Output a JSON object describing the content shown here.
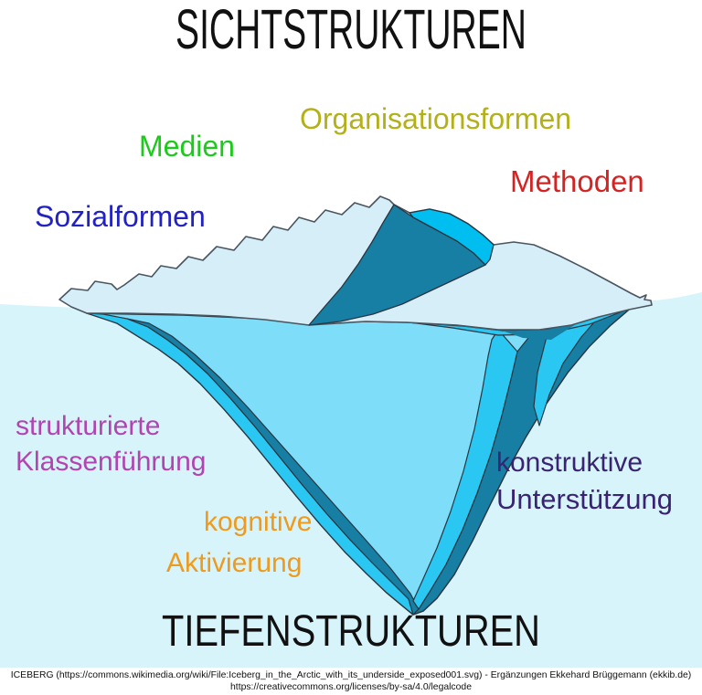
{
  "title": "SICHTSTRUKTUREN",
  "bottom_title": "TIEFENSTRUKTUREN",
  "surface_labels": [
    {
      "id": "sozialformen",
      "text": "Sozialformen",
      "color": "#2222C2"
    },
    {
      "id": "medien",
      "text": "Medien",
      "color": "#1CCA1C"
    },
    {
      "id": "organisationsformen",
      "text": "Organisationsformen",
      "color": "#B3B019"
    },
    {
      "id": "methoden",
      "text": "Methoden",
      "color": "#D32423"
    }
  ],
  "deep_labels": [
    {
      "id": "strukturierte-klassenfuehrung",
      "lines": [
        "strukturierte",
        "Klassenführung"
      ],
      "color": "#B144B1"
    },
    {
      "id": "kognitive-aktivierung",
      "lines": [
        "kognitive",
        "Aktivierung"
      ],
      "color": "#EE9A1E"
    },
    {
      "id": "konstruktive-unterstuetzung",
      "lines": [
        "konstruktive",
        "Unterstützung"
      ],
      "color": "#3A2372"
    }
  ],
  "footer": {
    "line1": "ICEBERG (https://commons.wikimedia.org/wiki/File:Iceberg_in_the_Arctic_with_its_underside_exposed001.svg) - Ergänzungen Ekkehard Brüggemann (ekkib.de)",
    "line2": "https://creativecommons.org/licenses/by-sa/4.0/legalcode"
  },
  "colors": {
    "water": "#D7F4FA",
    "ice_pale": "#D6EEF8",
    "ice_bright_cyan_above": "#00BEEF",
    "ice_bright_cyan_below": "#29C7F1",
    "ice_dark_teal": "#177EA4",
    "underwater_body": "#7EDDF8",
    "outline": "#2A3540",
    "text_dark": "#111111"
  }
}
